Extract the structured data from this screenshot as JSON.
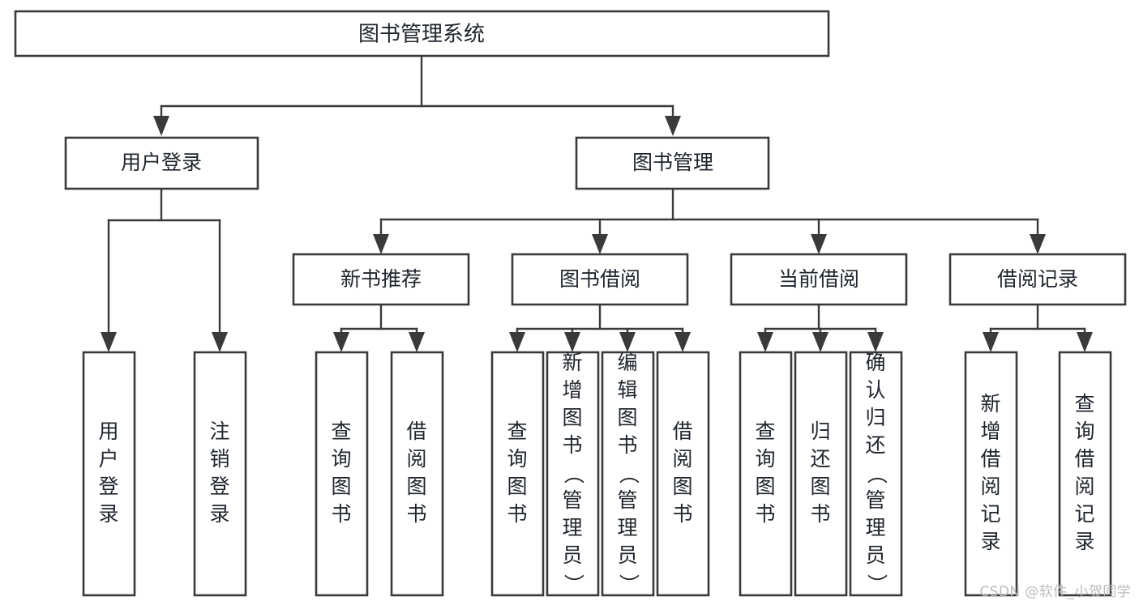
{
  "diagram": {
    "title": "图书管理系统",
    "type": "hierarchy-tree",
    "accent_color": "#3a3a3a",
    "box_fill": "#ffffff",
    "text_color": "#20262e",
    "levels": {
      "root": {
        "label": "图书管理系统"
      },
      "level2": [
        {
          "id": "user-login",
          "label": "用户登录"
        },
        {
          "id": "book-management",
          "label": "图书管理"
        }
      ],
      "level3": [
        {
          "id": "new-book-recommend",
          "label": "新书推荐",
          "parent": "book-management"
        },
        {
          "id": "book-borrow",
          "label": "图书借阅",
          "parent": "book-management"
        },
        {
          "id": "current-borrow",
          "label": "当前借阅",
          "parent": "book-management"
        },
        {
          "id": "borrow-record",
          "label": "借阅记录",
          "parent": "book-management"
        }
      ],
      "leaves": [
        {
          "id": "leaf-user-login",
          "label": "用户登录",
          "parent": "user-login"
        },
        {
          "id": "leaf-logout-login",
          "label": "注销登录",
          "parent": "user-login"
        },
        {
          "id": "leaf-query-book-1",
          "label": "查询图书",
          "parent": "new-book-recommend"
        },
        {
          "id": "leaf-borrow-book-1",
          "label": "借阅图书",
          "parent": "new-book-recommend"
        },
        {
          "id": "leaf-query-book-2",
          "label": "查询图书",
          "parent": "book-borrow"
        },
        {
          "id": "leaf-add-book",
          "label": "新增图书（管理员）",
          "parent": "book-borrow"
        },
        {
          "id": "leaf-edit-book",
          "label": "编辑图书（管理员）",
          "parent": "book-borrow"
        },
        {
          "id": "leaf-borrow-book-2",
          "label": "借阅图书",
          "parent": "book-borrow"
        },
        {
          "id": "leaf-query-book-3",
          "label": "查询图书",
          "parent": "current-borrow"
        },
        {
          "id": "leaf-return-book",
          "label": "归还图书",
          "parent": "current-borrow"
        },
        {
          "id": "leaf-confirm-return",
          "label": "确认归还（管理员）",
          "parent": "current-borrow"
        },
        {
          "id": "leaf-add-record",
          "label": "新增借阅记录",
          "parent": "borrow-record"
        },
        {
          "id": "leaf-query-record",
          "label": "查询借阅记录",
          "parent": "borrow-record"
        }
      ]
    }
  },
  "watermark": {
    "text": "CSDN @软件_小贺同学"
  }
}
